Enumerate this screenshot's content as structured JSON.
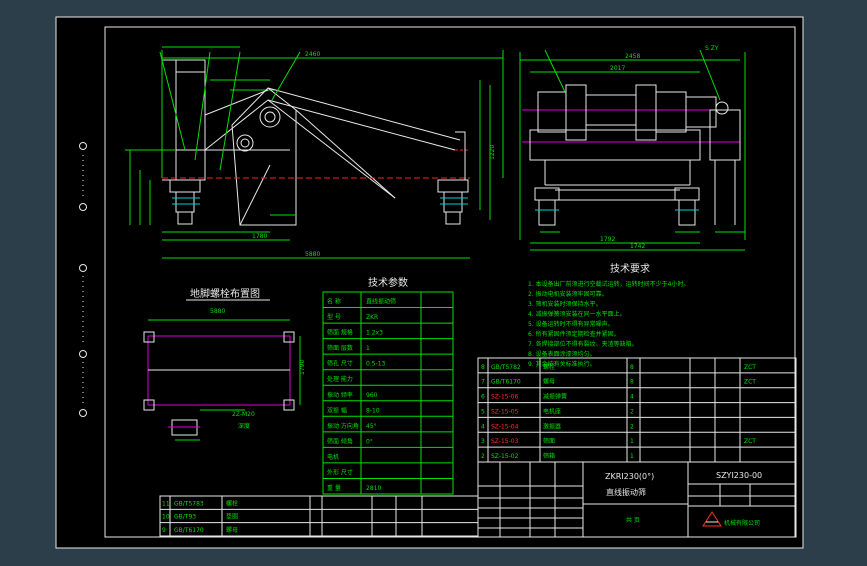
{
  "drawing": {
    "number": "SZYI230-00",
    "model": "ZKRI230(0°)",
    "product_name": "直线振动筛",
    "company": "机械有限公司",
    "sheet_label": "共  页"
  },
  "sections": {
    "tech_params_title": "技术参数",
    "tech_req_title": "技术要求",
    "foundation_title": "地脚螺栓布置图"
  },
  "dimensions": {
    "front_top": "2460",
    "front_bottom": "5880",
    "front_part": "1780",
    "side_top": "2458",
    "side_sub": "2017",
    "side_bottom": "1792",
    "side_bottom2": "1742",
    "foundation_top": "5880",
    "foundation_side": "1790",
    "height_right": "1220"
  },
  "tech_params_labels": [
    "名 称",
    "型 号",
    "筛面 规格",
    "筛面 层数",
    "筛孔 尺寸",
    "处理 能力",
    "振动 频率",
    "双振 幅",
    "振动 方向角",
    "筛面 倾角",
    "电机",
    "外形 尺寸",
    "重 量"
  ],
  "tech_params_values": [
    "直线振动筛",
    "ZKR",
    "1.2x3",
    "1",
    "0.5-13",
    "",
    "960",
    "8-10",
    "45°",
    "0°",
    "",
    "",
    "2810"
  ],
  "tech_req_lines": [
    "1. 本设备出厂前须进行空载试运转，运转时间不少于4小时。",
    "2. 振动电机安装须牢固可靠。",
    "3. 筛机安装时须保持水平。",
    "4. 减振弹簧须安装在同一水平面上。",
    "5. 设备运转时不得有异常噪声。",
    "6. 所有紧固件须定期检查并紧固。",
    "7. 各焊接部位不得有裂纹、夹渣等缺陷。",
    "8. 设备表面涂漆须均匀。",
    "9. 其余按有关标准执行。"
  ],
  "parts": [
    {
      "no": "8",
      "code": "GB/T5782",
      "name": "螺栓",
      "qty": "8",
      "mat": "",
      "note": "ZCT"
    },
    {
      "no": "7",
      "code": "GB/T6170",
      "name": "螺母",
      "qty": "8",
      "mat": "",
      "note": "ZCT"
    },
    {
      "no": "6",
      "code": "SZ-15-06",
      "name": "减振弹簧",
      "qty": "4",
      "mat": "",
      "note": ""
    },
    {
      "no": "5",
      "code": "SZ-15-05",
      "name": "电机座",
      "qty": "2",
      "mat": "",
      "note": ""
    },
    {
      "no": "4",
      "code": "SZ-15-04",
      "name": "激振器",
      "qty": "2",
      "mat": "",
      "note": ""
    },
    {
      "no": "3",
      "code": "SZ-15-03",
      "name": "筛面",
      "qty": "1",
      "mat": "",
      "note": "ZCT"
    },
    {
      "no": "2",
      "code": "SZ-15-02",
      "name": "筛箱",
      "qty": "1",
      "mat": "",
      "note": ""
    }
  ],
  "bottom_parts": [
    {
      "no": "11",
      "code": "GB/T5783",
      "name": "螺栓"
    },
    {
      "no": "10",
      "code": "GB/T93",
      "name": "垫圈"
    },
    {
      "no": "9",
      "code": "GB/T6170",
      "name": "螺母"
    }
  ]
}
